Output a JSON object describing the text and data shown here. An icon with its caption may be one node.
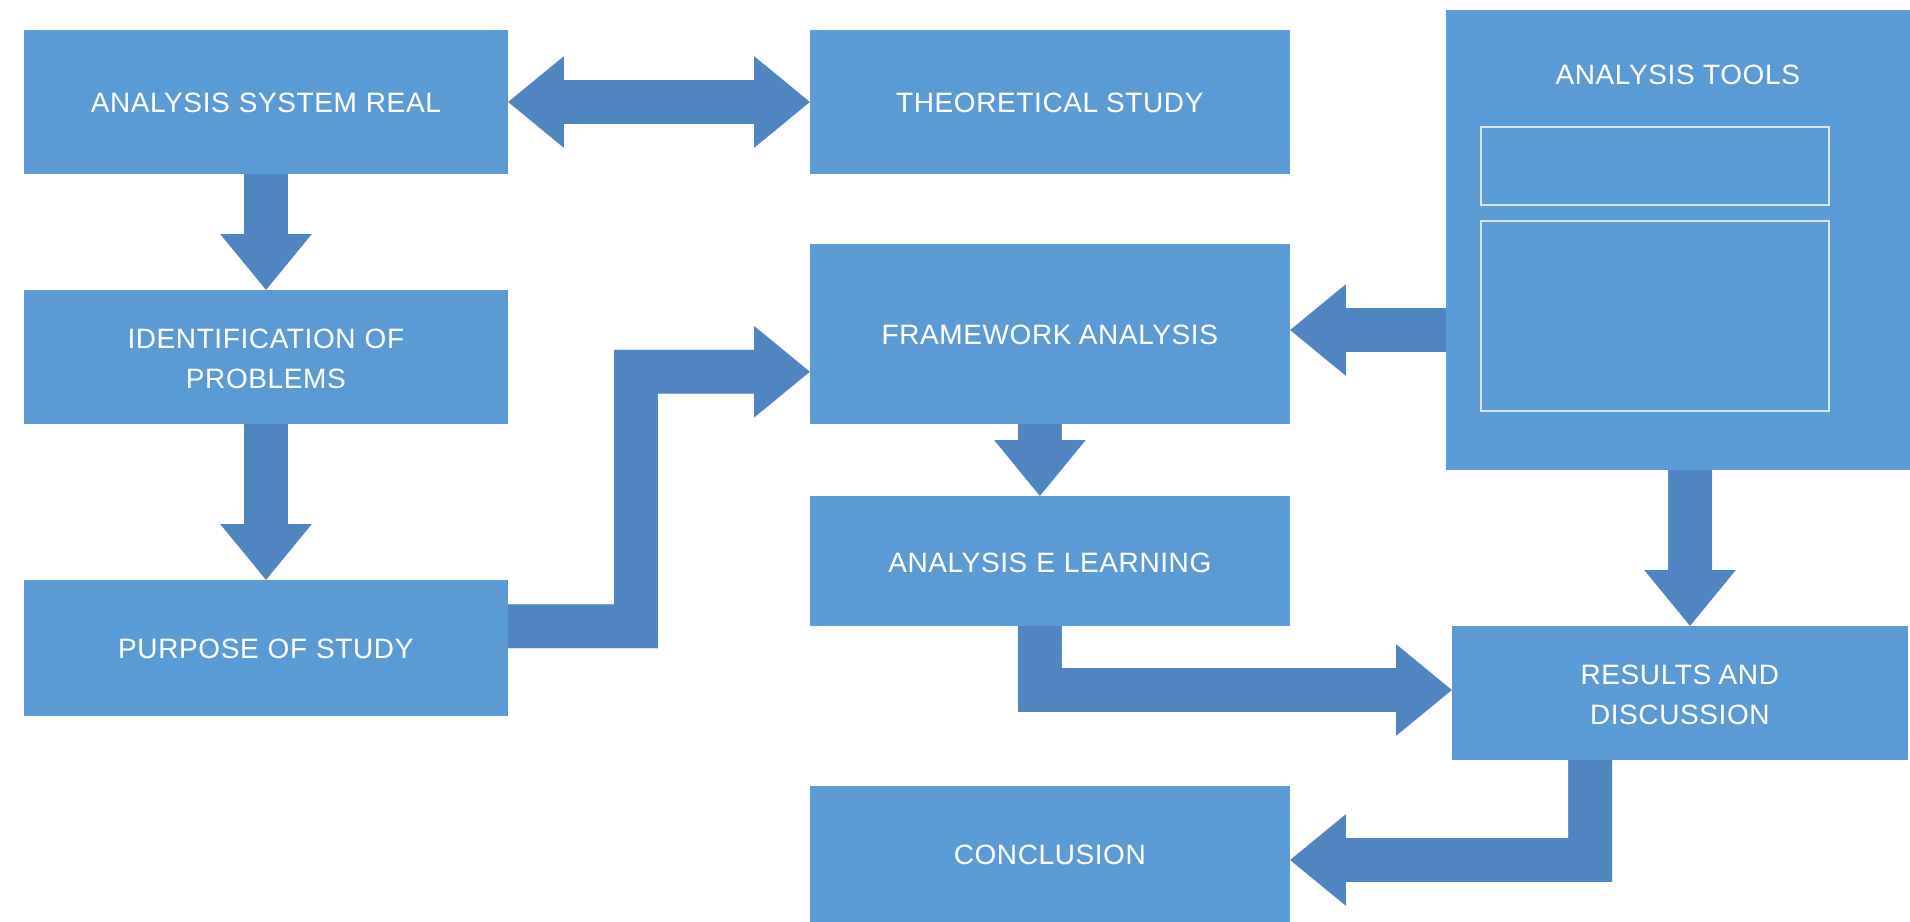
{
  "diagram": {
    "nodes": [
      {
        "text": [
          "ANALYSIS SYSTEM REAL"
        ]
      },
      {
        "text": [
          "THEORETICAL STUDY"
        ]
      },
      {
        "text": [
          "ANALYSIS TOOLS"
        ]
      },
      {
        "text": [],
        "shape": "box",
        "in": 2
      },
      {
        "text": [],
        "shape": "box",
        "in": 2
      },
      {
        "text": [
          "IDENTIFICATION OF PROBLEMS"
        ]
      },
      {
        "text": [
          "FRAMEWORK ANALYSIS"
        ]
      },
      {
        "text": [
          "ANALYSIS E LEARNING"
        ]
      },
      {
        "text": [
          "PURPOSE OF STUDY"
        ]
      },
      {
        "text": [
          "RESULTS AND DISCUSSION"
        ]
      },
      {
        "text": [
          "CONCLUSION"
        ]
      }
    ],
    "edges": [
      {
        "from": 0,
        "to": 1,
        "arrow": "both"
      },
      {
        "from": 0,
        "to": 5,
        "arrow": "to"
      },
      {
        "from": 5,
        "to": 8,
        "arrow": "to"
      },
      {
        "from": 8,
        "to": 6,
        "arrow": "to"
      },
      {
        "from": 2,
        "to": 6,
        "arrow": "to"
      },
      {
        "from": 6,
        "to": 7,
        "arrow": "to"
      },
      {
        "from": 7,
        "to": 9,
        "arrow": "to"
      },
      {
        "from": 2,
        "to": 9,
        "arrow": "to"
      },
      {
        "from": 9,
        "to": 10,
        "arrow": "to"
      }
    ]
  }
}
